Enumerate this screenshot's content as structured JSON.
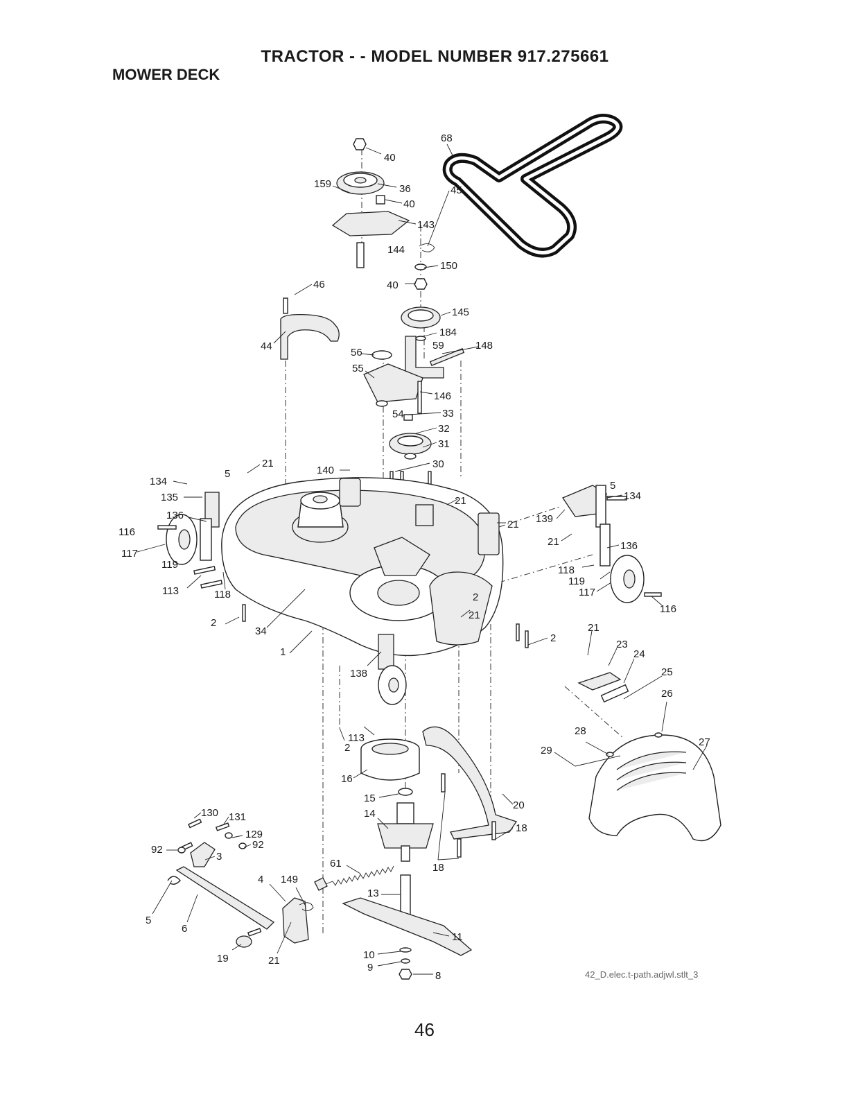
{
  "header": {
    "title": "TRACTOR - - MODEL NUMBER 917.275661",
    "subtitle": "MOWER DECK"
  },
  "figure_code": "42_D.elec.t-path.adjwl.stlt_3",
  "page_number": "46",
  "callouts": [
    "40",
    "36",
    "40",
    "143",
    "144",
    "45",
    "150",
    "159",
    "40",
    "46",
    "145",
    "184",
    "44",
    "56",
    "59",
    "148",
    "55",
    "146",
    "54",
    "33",
    "32",
    "31",
    "30",
    "140",
    "21",
    "5",
    "134",
    "135",
    "136",
    "116",
    "117",
    "119",
    "113",
    "118",
    "2",
    "34",
    "1",
    "21",
    "21",
    "5",
    "139",
    "134",
    "21",
    "136",
    "118",
    "119",
    "117",
    "116",
    "2",
    "21",
    "138",
    "2",
    "21",
    "23",
    "24",
    "25",
    "26",
    "113",
    "2",
    "28",
    "29",
    "27",
    "16",
    "15",
    "14",
    "20",
    "18",
    "18",
    "130",
    "131",
    "129",
    "92",
    "92",
    "3",
    "61",
    "4",
    "149",
    "13",
    "5",
    "6",
    "11",
    "19",
    "21",
    "10",
    "9",
    "8",
    "68"
  ]
}
